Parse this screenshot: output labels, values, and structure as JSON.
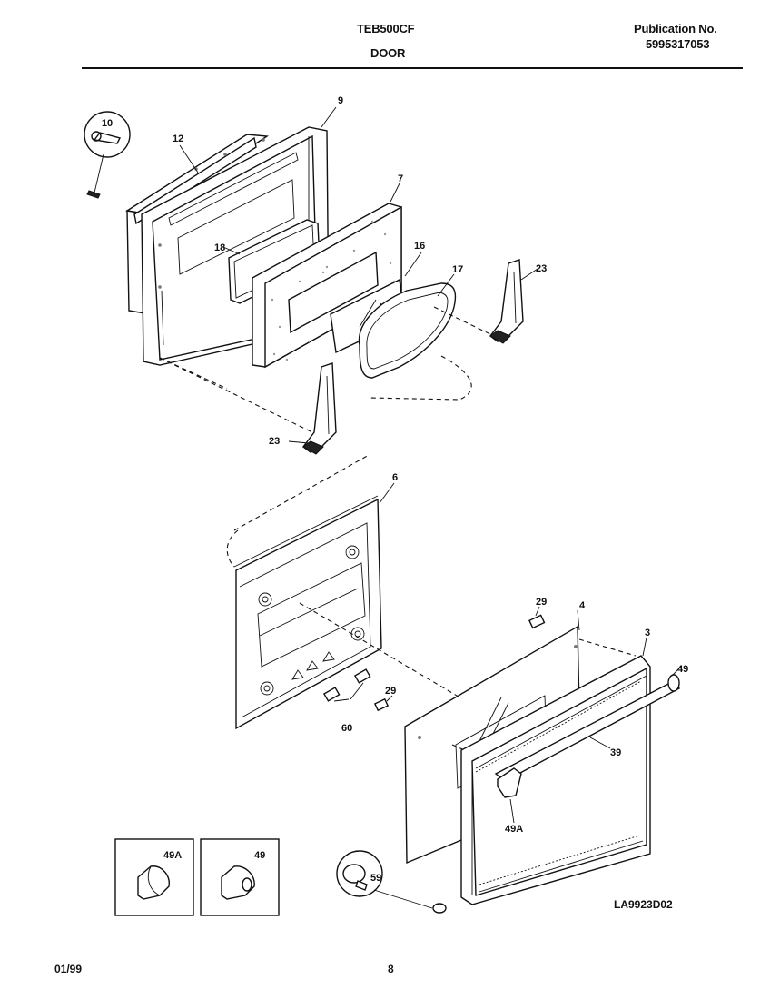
{
  "header": {
    "model": "TEB500CF",
    "section": "DOOR",
    "publication_label": "Publication No.",
    "publication_number": "5995317053"
  },
  "callouts": {
    "c9": "9",
    "c10": "10",
    "c12": "12",
    "c18": "18",
    "c7": "7",
    "c16": "16",
    "c17": "17",
    "c23a": "23",
    "c23b": "23",
    "c6": "6",
    "c29a": "29",
    "c29b": "29",
    "c4": "4",
    "c3": "3",
    "c49a": "49",
    "c49b": "49",
    "c39": "39",
    "c49A_a": "49A",
    "c49A_b": "49A",
    "c60": "60",
    "c59": "59"
  },
  "drawing_code": "LA9923D02",
  "footer": {
    "date": "01/99",
    "page": "8"
  }
}
